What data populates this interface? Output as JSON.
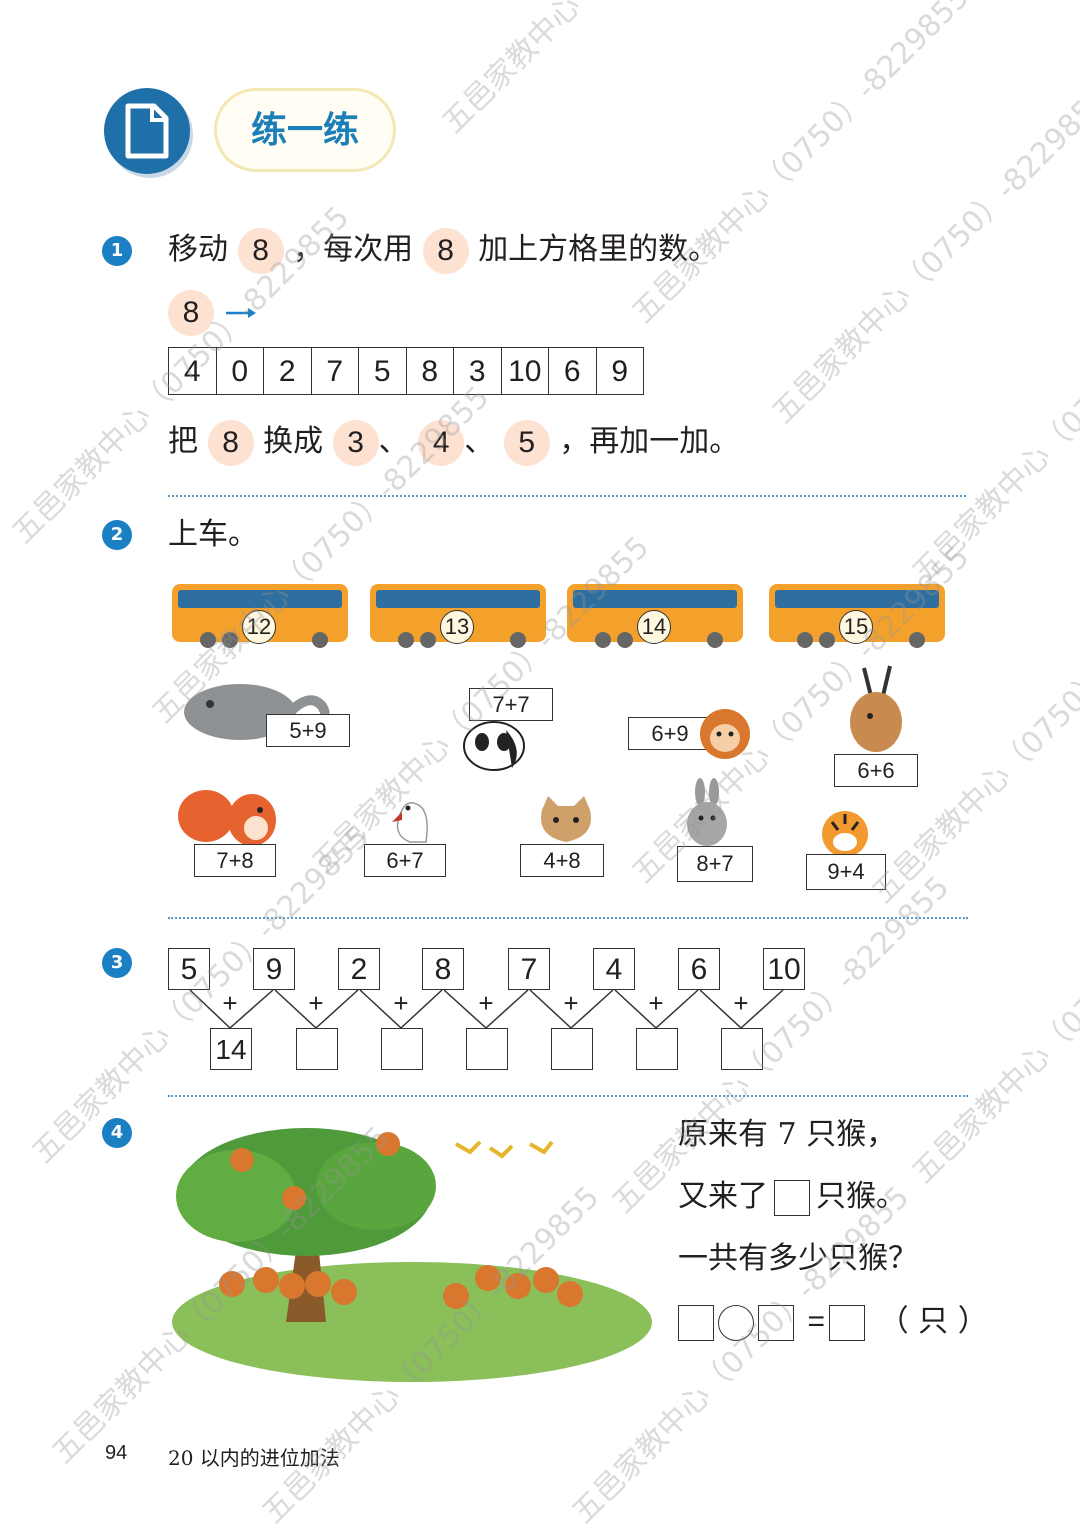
{
  "header": {
    "title": "练一练"
  },
  "q1": {
    "num": "1",
    "instruction_pre": "移动",
    "instruction_mid": "，每次用",
    "instruction_post": "加上方格里的数。",
    "mover": "8",
    "strip": [
      "4",
      "0",
      "2",
      "7",
      "5",
      "8",
      "3",
      "10",
      "6",
      "9"
    ],
    "swap_pre": "把",
    "swap_mid": "换成",
    "swap_sep": "、",
    "swap_end": "，再加一加。",
    "swap_targets": [
      "3",
      "4",
      "5"
    ]
  },
  "q2": {
    "num": "2",
    "instruction": "上车。",
    "buses": [
      "12",
      "13",
      "14",
      "15"
    ],
    "animals": [
      {
        "name": "elephant",
        "expr": "5+9"
      },
      {
        "name": "panda",
        "expr": "7+7"
      },
      {
        "name": "monkey",
        "expr": "6+9"
      },
      {
        "name": "deer",
        "expr": "6+6"
      },
      {
        "name": "squirrel",
        "expr": "7+8"
      },
      {
        "name": "swan",
        "expr": "6+7"
      },
      {
        "name": "cat",
        "expr": "4+8"
      },
      {
        "name": "rabbit",
        "expr": "8+7"
      },
      {
        "name": "tiger",
        "expr": "9+4"
      }
    ],
    "colors": {
      "bus": "#f3a12b",
      "bus_window": "#2f6f9f"
    }
  },
  "q3": {
    "num": "3",
    "top": [
      "5",
      "9",
      "2",
      "8",
      "7",
      "4",
      "6",
      "10"
    ],
    "op": "+",
    "results": [
      "14",
      "",
      "",
      "",
      "",
      "",
      ""
    ]
  },
  "q4": {
    "num": "4",
    "line1": "原来有 7 只猴，",
    "line2_pre": "又来了",
    "line2_post": "只猴。",
    "line3": "一共有多少只猴？",
    "eq": "=",
    "unit": "（ 只 ）"
  },
  "footer": {
    "page": "94",
    "chapter": "20 以内的进位加法"
  },
  "watermarks": [
    "五邑家教中心（0750）-8229855"
  ],
  "colors": {
    "accent": "#1b7fc4",
    "peach": "#fde2d2",
    "grass": "#8bbf5a"
  }
}
